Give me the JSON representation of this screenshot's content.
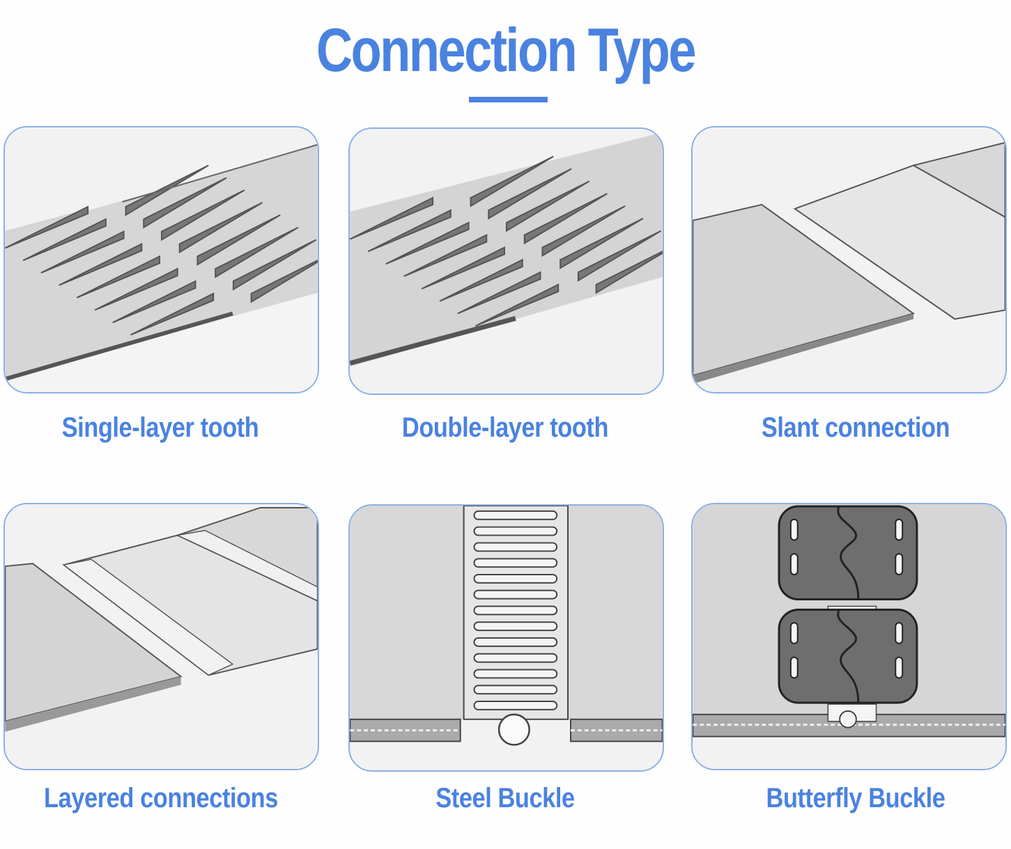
{
  "header": {
    "title": "Connection Type"
  },
  "accent_color": "#4a82e0",
  "items": [
    {
      "label": "Single-layer tooth",
      "icon": "single-layer-tooth-illustration"
    },
    {
      "label": "Double-layer tooth",
      "icon": "double-layer-tooth-illustration"
    },
    {
      "label": "Slant connection",
      "icon": "slant-connection-illustration"
    },
    {
      "label": "Layered connections",
      "icon": "layered-connections-illustration"
    },
    {
      "label": "Steel Buckle",
      "icon": "steel-buckle-illustration"
    },
    {
      "label": "Butterfly Buckle",
      "icon": "butterfly-buckle-illustration"
    }
  ]
}
